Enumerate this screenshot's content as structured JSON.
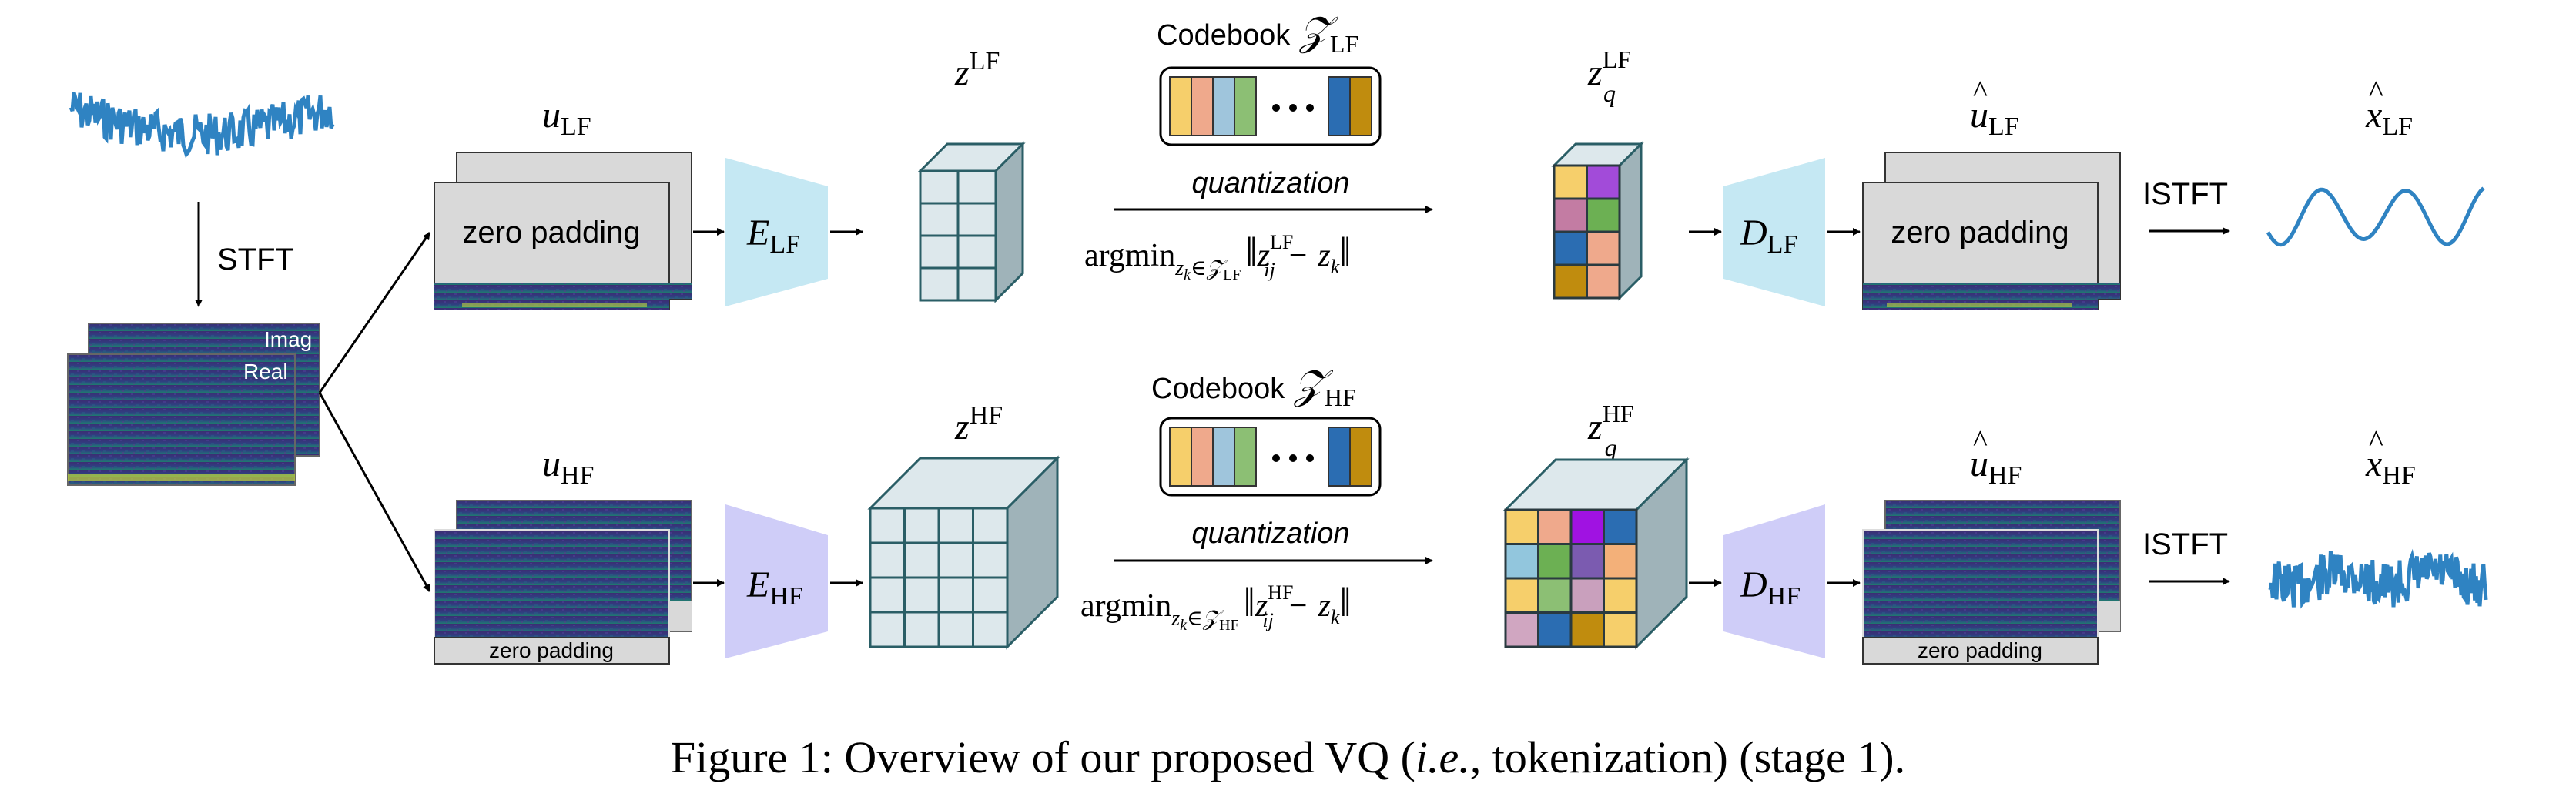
{
  "labels": {
    "stft": "STFT",
    "istft": "ISTFT",
    "imag": "Imag",
    "real": "Real",
    "zero_padding": "zero padding",
    "codebook": "Codebook",
    "quantization": "quantization",
    "argmin": "argmin"
  },
  "symbols": {
    "u": "u",
    "E": "E",
    "D": "D",
    "z": "z",
    "z_script": "𝒵",
    "x": "x",
    "lf": "LF",
    "hf": "HF",
    "q": "q",
    "ij": "ij",
    "k": "k",
    "in_z": "z",
    "norm_open": "‖",
    "minus": "−",
    "norm_close": "‖"
  },
  "caption": {
    "prefix": "Figure 1: Overview of our proposed VQ (",
    "ie": "i.e.,",
    "suffix": " tokenization) (stage 1)."
  },
  "colors": {
    "encoder_lf": "#c5e8f3",
    "encoder_hf": "#cfcdf8",
    "tensor_face": "#dde8ec",
    "tensor_side": "#9fb3b9",
    "tensor_line": "#2a5e66",
    "spectrogram": "#3a2a72",
    "zero_pad_fill": "#d9d9d9",
    "signal": "#2f83c2",
    "codebook_tokens": [
      "#f6cf6b",
      "#efa98c",
      "#9fc5dc",
      "#8cbf74",
      "#2b6db2",
      "#c08c0e"
    ],
    "zq_lf_tokens": [
      "#f6cf6b",
      "#a24bd9",
      "#c37ca3",
      "#6cb053",
      "#2b6db2",
      "#efa98c",
      "#c08c0e",
      "#efa98c"
    ],
    "zq_hf_tokens": [
      "#f6cf6b",
      "#efa98c",
      "#a012e2",
      "#2b6db2",
      "#92c6dd",
      "#6cb053",
      "#7b5bb0",
      "#f3b079",
      "#f6cf6b",
      "#8cbf74",
      "#c9a0bd",
      "#f6cf6b",
      "#d0a6c1",
      "#2b6db2",
      "#c08c0e"
    ]
  }
}
